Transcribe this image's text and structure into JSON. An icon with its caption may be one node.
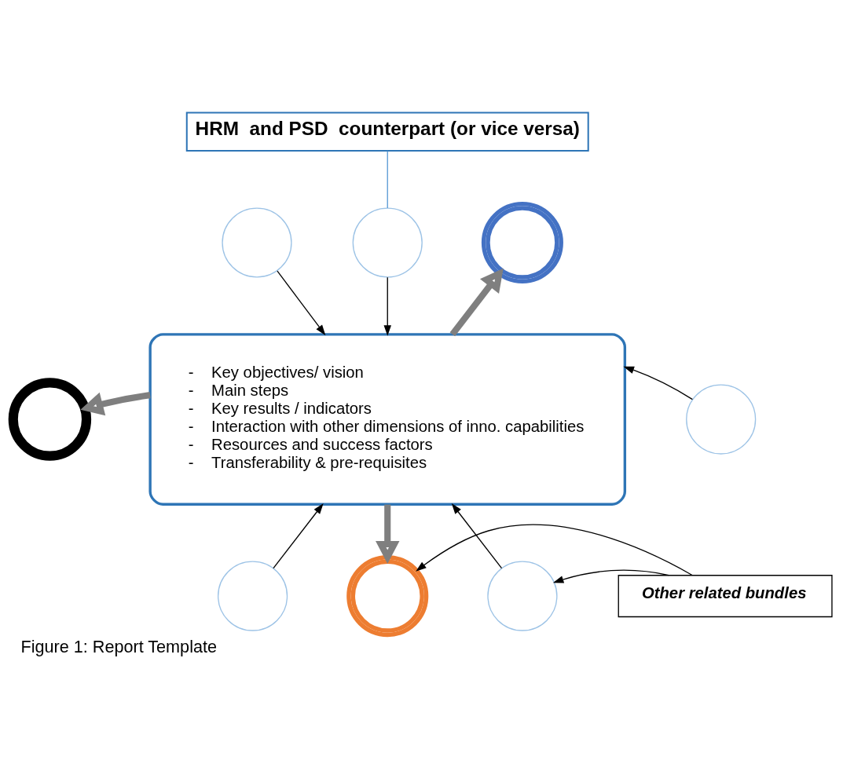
{
  "diagram": {
    "caption": "Figure 1: Report Template",
    "nodes": [
      {
        "text": [
          "HRM  and PSD  counterpart (or vice versa)"
        ]
      },
      {
        "text": [],
        "shape": "circle"
      },
      {
        "text": [],
        "shape": "circle"
      },
      {
        "text": [],
        "shape": "circle"
      },
      {
        "text": [],
        "shape": "circle"
      },
      {
        "text": [
          "-    Key objectives/ vision",
          "-    Main steps",
          "-    Key results / indicators",
          "-    Interaction with other dimensions of inno. capabilities",
          "-    Resources and success factors",
          "-    Transferability & pre-requisites"
        ]
      },
      {
        "text": [],
        "shape": "circle"
      },
      {
        "text": [],
        "shape": "circle"
      },
      {
        "text": [],
        "shape": "circle"
      },
      {
        "text": [],
        "shape": "circle"
      },
      {
        "text": [
          "Other related bundles"
        ]
      }
    ],
    "edges": [
      {
        "from": 0,
        "to": 2,
        "arrow": "none",
        "color": "#5b9bd5"
      },
      {
        "from": 1,
        "to": 5,
        "arrow": "to"
      },
      {
        "from": 2,
        "to": 5,
        "arrow": "to"
      },
      {
        "from": 5,
        "to": 3,
        "arrow": "to",
        "style": "thick",
        "color": "#7f7f7f"
      },
      {
        "from": 5,
        "to": 4,
        "arrow": "to",
        "style": "thick",
        "color": "#7f7f7f"
      },
      {
        "from": 6,
        "to": 5,
        "arrow": "to"
      },
      {
        "from": 7,
        "to": 5,
        "arrow": "to"
      },
      {
        "from": 5,
        "to": 8,
        "arrow": "to",
        "style": "thick",
        "color": "#7f7f7f"
      },
      {
        "from": 9,
        "to": 5,
        "arrow": "to"
      },
      {
        "from": 10,
        "to": 8,
        "arrow": "to"
      },
      {
        "from": 10,
        "to": 9,
        "arrow": "to"
      }
    ]
  }
}
